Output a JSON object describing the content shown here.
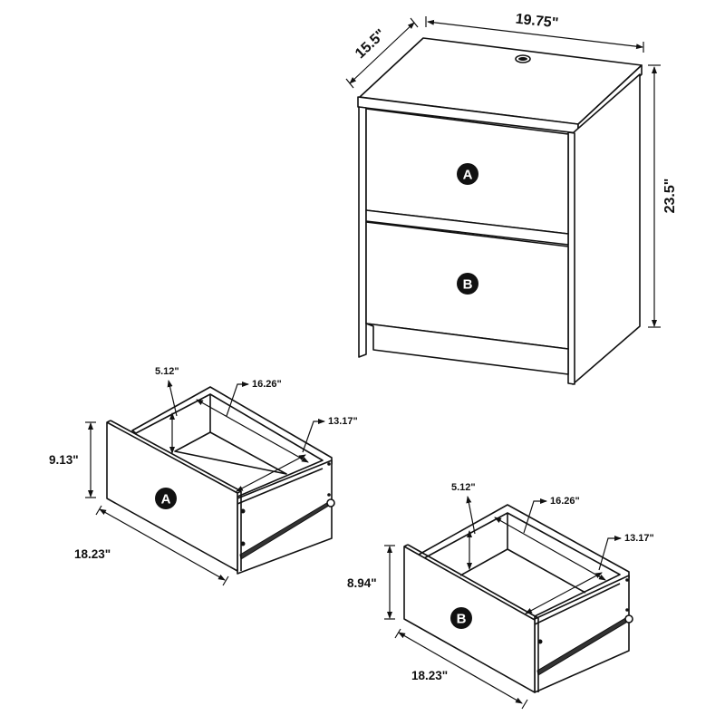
{
  "nightstand": {
    "width": "19.75\"",
    "depth": "15.5\"",
    "height": "23.5\"",
    "drawer_top_label": "A",
    "drawer_bottom_label": "B"
  },
  "drawer_a": {
    "label": "A",
    "height": "9.13\"",
    "width": "18.23\"",
    "inner_depth": "5.12\"",
    "inner_length": "16.26\"",
    "inner_width": "13.17\""
  },
  "drawer_b": {
    "label": "B",
    "height": "8.94\"",
    "width": "18.23\"",
    "inner_depth": "5.12\"",
    "inner_length": "16.26\"",
    "inner_width": "13.17\""
  },
  "colors": {
    "line": "#111111",
    "background": "#ffffff"
  }
}
